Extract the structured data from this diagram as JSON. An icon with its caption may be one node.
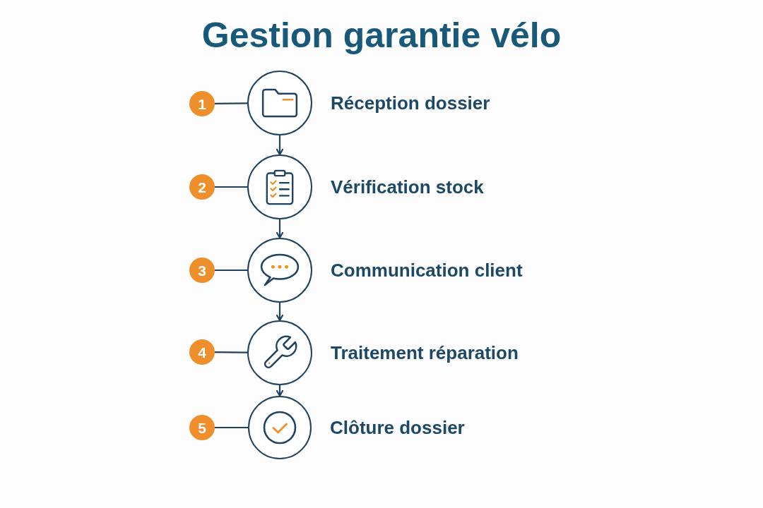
{
  "diagram": {
    "title": "Gestion garantie vélo",
    "nodes": [
      {
        "text": [
          "1"
        ]
      },
      {
        "text": [],
        "shape": "circle",
        "beside": [
          "Réception dossier"
        ]
      },
      {
        "text": [
          "2"
        ]
      },
      {
        "text": [],
        "shape": "circle",
        "beside": [
          "Vérification stock"
        ]
      },
      {
        "text": [
          "3"
        ]
      },
      {
        "text": [],
        "shape": "circle",
        "beside": [
          "Communication client"
        ]
      },
      {
        "text": [
          "4"
        ]
      },
      {
        "text": [],
        "shape": "circle",
        "beside": [
          "Traitement réparation"
        ]
      },
      {
        "text": [
          "5"
        ]
      },
      {
        "text": [],
        "shape": "circle",
        "beside": [
          "Clôture dossier"
        ]
      }
    ],
    "edges": [
      {
        "from": 0,
        "to": 1,
        "arrow": "none"
      },
      {
        "from": 1,
        "to": 3,
        "arrow": "to"
      },
      {
        "from": 2,
        "to": 3,
        "arrow": "none"
      },
      {
        "from": 3,
        "to": 5,
        "arrow": "to"
      },
      {
        "from": 4,
        "to": 5,
        "arrow": "none"
      },
      {
        "from": 5,
        "to": 7,
        "arrow": "to"
      },
      {
        "from": 6,
        "to": 7,
        "arrow": "none"
      },
      {
        "from": 7,
        "to": 9,
        "arrow": "to"
      },
      {
        "from": 8,
        "to": 9,
        "arrow": "none"
      }
    ]
  }
}
